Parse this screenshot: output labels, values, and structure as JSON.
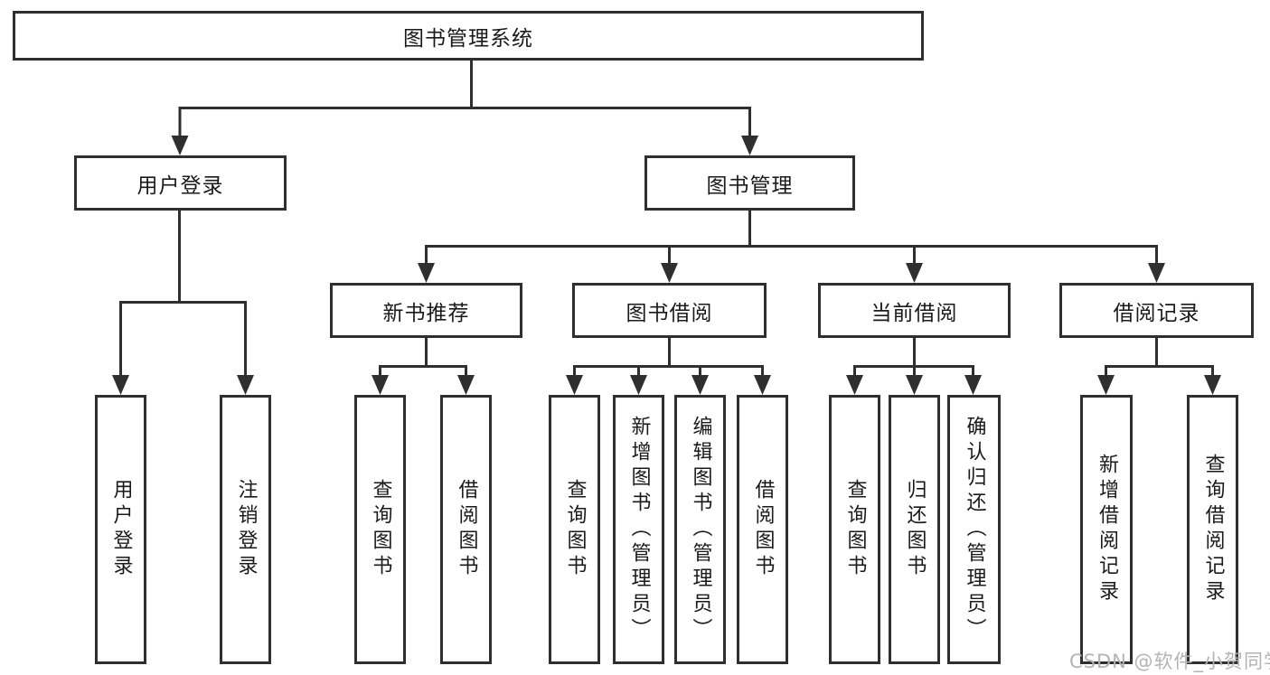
{
  "diagram": {
    "tree": {
      "label": "图书管理系统",
      "children": [
        {
          "label": "用户登录",
          "children": [
            {
              "label": "用户登录"
            },
            {
              "label": "注销登录"
            }
          ]
        },
        {
          "label": "图书管理",
          "children": [
            {
              "label": "新书推荐",
              "children": [
                {
                  "label": "查询图书"
                },
                {
                  "label": "借阅图书"
                }
              ]
            },
            {
              "label": "图书借阅",
              "children": [
                {
                  "label": "查询图书"
                },
                {
                  "label": "新增图书（管理员）"
                },
                {
                  "label": "编辑图书（管理员）"
                },
                {
                  "label": "借阅图书"
                }
              ]
            },
            {
              "label": "当前借阅",
              "children": [
                {
                  "label": "查询图书"
                },
                {
                  "label": "归还图书"
                },
                {
                  "label": "确认归还（管理员）"
                }
              ]
            },
            {
              "label": "借阅记录",
              "children": [
                {
                  "label": "新增借阅记录"
                },
                {
                  "label": "查询借阅记录"
                }
              ]
            }
          ]
        }
      ]
    },
    "watermark": "CSDN @软件_小贺同学",
    "colors": {
      "line": "#2f2f2f",
      "text": "#1a1a1a",
      "background": "#ffffff",
      "watermark": "#b3b3b3"
    }
  }
}
